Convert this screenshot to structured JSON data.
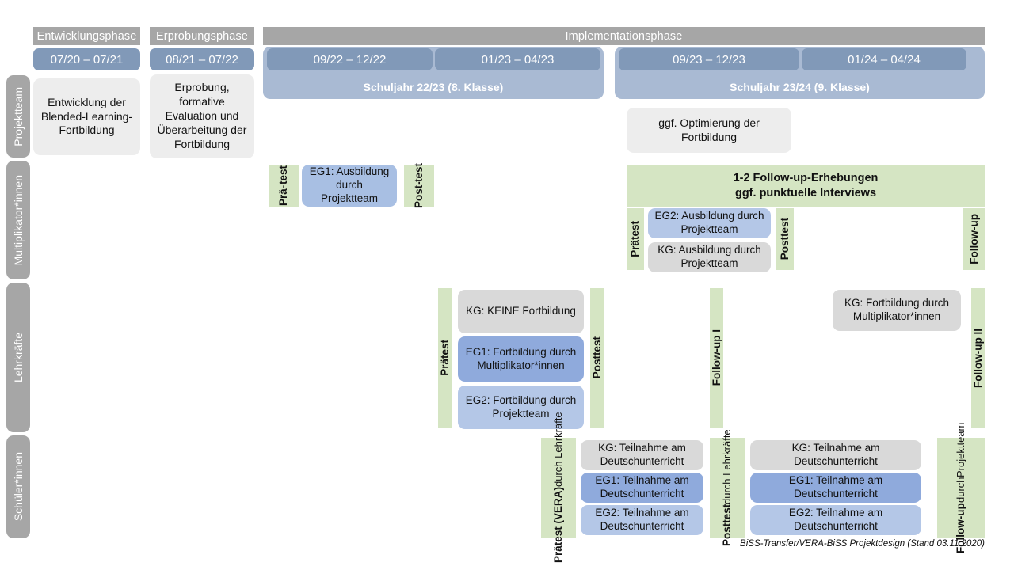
{
  "document": {
    "title": "BiSS-Transfer/VERA-BiSS Projektdesign",
    "footer_note": "BiSS-Transfer/VERA-BiSS Projektdesign (Stand 03.11.2020)"
  },
  "colors": {
    "header_grey": "#A6A6A6",
    "date_blue": "#8199B8",
    "year_band_blue": "#A9BAD3",
    "box_grey_light": "#EDEDED",
    "box_grey": "#D9D9D9",
    "eg1_blue": "#8FAADC",
    "eg2_blue": "#B4C7E7",
    "green": "#D5E5C3"
  },
  "phases": [
    {
      "label": "Entwicklungsphase"
    },
    {
      "label": "Erprobungsphase"
    },
    {
      "label": "Implementationsphase"
    }
  ],
  "date_chips": [
    {
      "label": "07/20 – 07/21"
    },
    {
      "label": "08/21 – 07/22"
    },
    {
      "label": "09/22 – 12/22"
    },
    {
      "label": "01/23 – 04/23"
    },
    {
      "label": "09/23 – 12/23"
    },
    {
      "label": "01/24 – 04/24"
    }
  ],
  "school_years": [
    {
      "label": "Schuljahr 22/23 (8. Klasse)"
    },
    {
      "label": "Schuljahr 23/24 (9. Klasse)"
    }
  ],
  "row_labels": [
    {
      "label": "Projektteam"
    },
    {
      "label": "Multiplikator*innen"
    },
    {
      "label": "Lehrkräfte"
    },
    {
      "label": "Schüler*innen"
    }
  ],
  "projektteam": {
    "entwicklung": "Entwicklung der Blended-Learning-Fortbildung",
    "erprobung": "Erprobung, formative Evaluation und Überarbeitung der Fortbildung",
    "optimierung": "ggf. Optimierung der Fortbildung"
  },
  "multiplikator": {
    "praetest_line1": "Prä-",
    "praetest_line2": "test",
    "posttest_line1": "Post-",
    "posttest_line2": "test",
    "eg1_box": "EG1: Ausbildung durch Projektteam",
    "followup_band_line1": "1-2 Follow-up-Erhebungen",
    "followup_band_line2": "ggf. punktuelle Interviews",
    "praetest2": "Prätest",
    "posttest2": "Posttest",
    "eg2_box": "EG2: Ausbildung durch Projektteam",
    "kg_box": "KG: Ausbildung durch Projektteam",
    "followup": "Follow-up"
  },
  "lehrkraefte": {
    "praetest": "Prätest",
    "posttest": "Posttest",
    "kg_box": "KG: KEINE Fortbildung",
    "eg1_box": "EG1: Fortbildung durch Multiplikator*innen",
    "eg2_box": "EG2: Fortbildung durch Projektteam",
    "followup1": "Follow-up I",
    "followup2": "Follow-up II",
    "kg_box2": "KG: Fortbildung durch Multiplikator*innen"
  },
  "schueler": {
    "praetest_main": "Prätest (VERA)",
    "praetest_sub": "durch Lehrkräfte",
    "posttest_main": "Posttest",
    "posttest_sub": "durch Lehrkräfte",
    "followup_main": "Follow-up",
    "followup_sub1": "durch",
    "followup_sub2": "Projektteam",
    "kg_box": "KG: Teilnahme am Deutschunterricht",
    "eg1_box": "EG1: Teilnahme am Deutschunterricht",
    "eg2_box": "EG2: Teilnahme am Deutschunterricht",
    "kg_box2": "KG: Teilnahme am Deutschunterricht",
    "eg1_box2": "EG1: Teilnahme am Deutschunterricht",
    "eg2_box2": "EG2: Teilnahme am Deutschunterricht"
  }
}
